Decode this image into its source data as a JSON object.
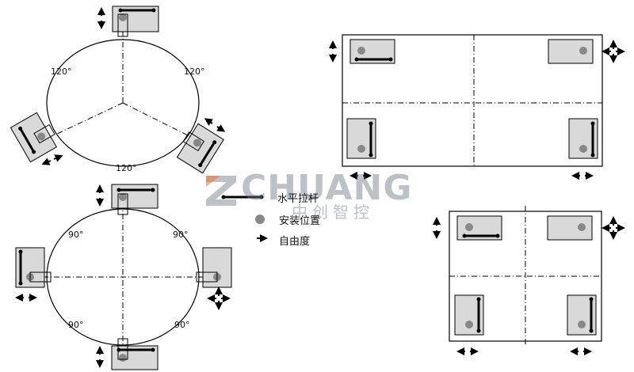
{
  "watermark": {
    "brand": "CHUANG",
    "subtitle": "中创智控"
  },
  "legend": {
    "items": [
      {
        "label": "水平拉杆",
        "icon": "horizontal-tie-rod-icon"
      },
      {
        "label": "安装位置",
        "icon": "mounting-position-icon"
      },
      {
        "label": "自由度",
        "icon": "degree-of-freedom-icon"
      }
    ]
  },
  "three_point": {
    "angles": [
      "120°",
      "120°",
      "120°"
    ]
  },
  "four_point": {
    "angles": [
      "90°",
      "90°",
      "90°",
      "90°"
    ]
  },
  "colors": {
    "module_fill": "#d9d9d9",
    "outline": "#000000",
    "text": "#111111",
    "watermark": "#6f7680",
    "watermark_accent": "#e0763a"
  }
}
